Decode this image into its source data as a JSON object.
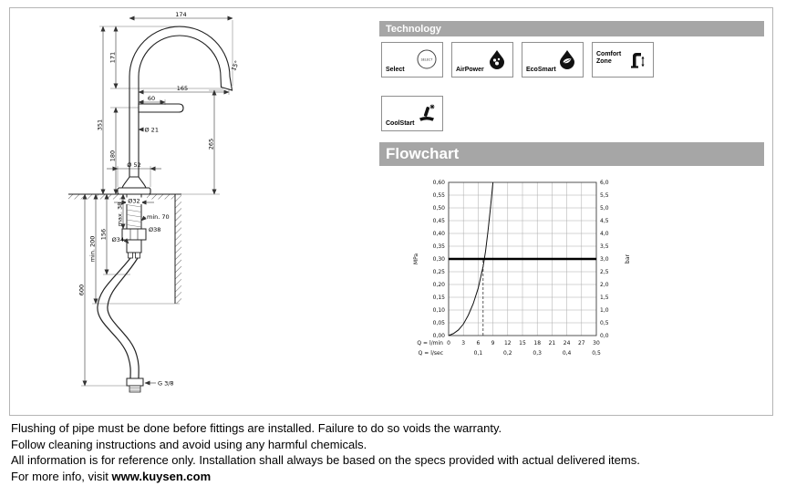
{
  "page": {
    "footer_lines": [
      "Flushing of pipe must be done before fittings are installed. Failure to do so voids the warranty.",
      "Follow cleaning instructions and avoid using any harmful chemicals.",
      "All information is for reference only. Installation shall always be based on the specs provided with actual delivered items."
    ],
    "footer_prefix": "For more info, visit ",
    "footer_link": "www.kuysen.com"
  },
  "colors": {
    "section_header_bg": "#a6a6a6",
    "section_header_text": "#ffffff",
    "panel_border": "#b5b5b5",
    "drawing_line": "#222222"
  },
  "technology": {
    "title": "Technology",
    "badges": [
      {
        "label": "Select",
        "icon": "select-circle",
        "icon_text": "SELECT"
      },
      {
        "label": "AirPower",
        "icon": "bubble-drop"
      },
      {
        "label": "EcoSmart",
        "icon": "drop-leaf"
      },
      {
        "label": "Comfort Zone",
        "icon": "faucet-height-arrow"
      },
      {
        "label": "CoolStart",
        "icon": "handle-snowflake"
      }
    ]
  },
  "flowchart": {
    "title": "Flowchart"
  },
  "drawing": {
    "dim_width_top": "174",
    "dim_arch_height": "171",
    "dim_spout_reach": "165",
    "dim_handle": "60",
    "dim_total_height": "351",
    "dim_spout_height": "265",
    "dim_body_height": "180",
    "dim_pipe_diameter": "Ø 21",
    "dim_base_diameter": "Ø 52",
    "dim_shank_diameter": "Ø32",
    "dim_min_clearance": "min. 70",
    "dim_nut_diameter": "Ø38",
    "dim_hole_diameter": "Ø34",
    "dim_under_height": "156",
    "dim_counter_max": "max. 38",
    "dim_min_200": "min. 200",
    "dim_hose_length": "600",
    "dim_connector": "G 3/8",
    "dim_spout_angle": "15°"
  },
  "chart_data": {
    "type": "line",
    "title": "Flowchart",
    "grid": true,
    "x_axis": {
      "label": "Q = l/min",
      "secondary_label": "Q = l/sec",
      "ticks": [
        0,
        3,
        6,
        9,
        12,
        15,
        18,
        21,
        24,
        27,
        30
      ],
      "secondary_ticks": {
        "labels": [
          "0,1",
          "0,2",
          "0,3",
          "0,4",
          "0,5"
        ],
        "at_lmin": [
          6,
          12,
          18,
          24,
          30
        ]
      },
      "min": 0,
      "max": 30
    },
    "y_axis_left": {
      "unit": "MPa",
      "labels": [
        "0,00",
        "0,05",
        "0,10",
        "0,15",
        "0,20",
        "0,25",
        "0,30",
        "0,35",
        "0,40",
        "0,45",
        "0,50",
        "0,55",
        "0,60"
      ],
      "min": 0,
      "max": 0.6
    },
    "y_axis_right": {
      "unit": "bar",
      "labels": [
        "0,0",
        "0,5",
        "1,0",
        "1,5",
        "2,0",
        "2,5",
        "3,0",
        "3,5",
        "4,0",
        "4,5",
        "5,0",
        "5,5",
        "6,0"
      ],
      "min": 0,
      "max": 6
    },
    "series": [
      {
        "name": "flow-rate-curve",
        "points": [
          [
            0,
            0
          ],
          [
            1,
            0.008
          ],
          [
            2,
            0.022
          ],
          [
            3,
            0.045
          ],
          [
            4,
            0.08
          ],
          [
            5,
            0.125
          ],
          [
            6,
            0.185
          ],
          [
            7,
            0.27
          ],
          [
            7.5,
            0.33
          ],
          [
            8,
            0.41
          ],
          [
            8.5,
            0.5
          ],
          [
            9,
            0.6
          ]
        ]
      },
      {
        "name": "operating-pressure-line",
        "y": 0.3,
        "bold": true
      }
    ],
    "annotations": [
      {
        "type": "dashed-vline",
        "x": 7,
        "y_to": 0.3
      }
    ]
  }
}
